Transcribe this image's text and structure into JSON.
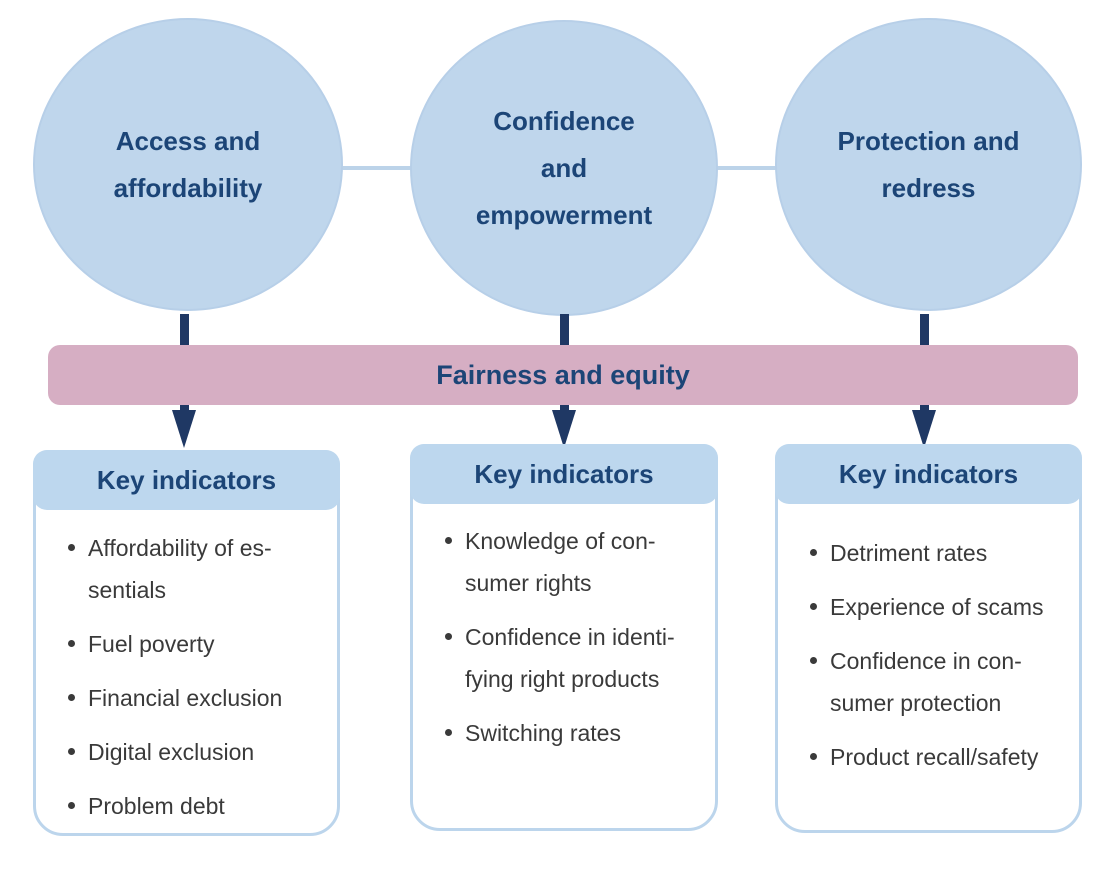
{
  "colors": {
    "circle_fill": "#BFD6EC",
    "circle_border": "#B7CFE8",
    "connector": "#BCD3E9",
    "navy": "#1C4577",
    "arrow": "#1F3864",
    "bar_fill": "#D6AEC3",
    "box_border": "#BCD5EC",
    "header_fill": "#BDD7EE",
    "text": "#3A3A3A"
  },
  "circles": [
    {
      "label": "Access and\naffordability"
    },
    {
      "label": "Confidence\nand\nempowerment"
    },
    {
      "label": "Protection and\nredress"
    }
  ],
  "bar": {
    "label": "Fairness and equity"
  },
  "boxes": [
    {
      "title": "Key indicators",
      "items": [
        "Affordability of es-\nsentials",
        "Fuel poverty",
        "Financial exclusion",
        "Digital exclusion",
        "Problem debt"
      ]
    },
    {
      "title": "Key indicators",
      "items": [
        "Knowledge of con-\nsumer rights",
        "Confidence in identi-\nfying right products",
        "Switching rates"
      ]
    },
    {
      "title": "Key indicators",
      "items": [
        "Detriment rates",
        "Experience of scams",
        "Confidence in con-\nsumer protection",
        "Product recall/safety"
      ]
    }
  ]
}
